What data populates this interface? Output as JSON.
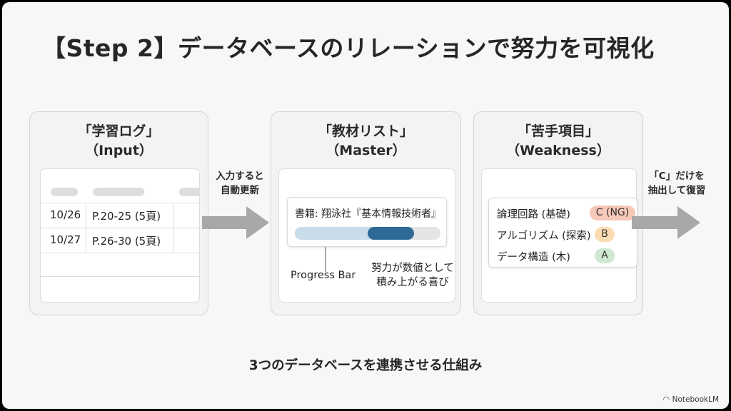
{
  "title": "【Step 2】データベースのリレーションで努力を可視化",
  "panels": {
    "log": {
      "heading_line1": "「学習ログ」",
      "heading_line2": "（Input）",
      "rows": [
        {
          "date": "10/26",
          "pages": "P.20-25 (5頁)"
        },
        {
          "date": "10/27",
          "pages": "P.26-30 (5頁)"
        }
      ]
    },
    "master": {
      "heading_line1": "「教材リスト」",
      "heading_line2": "（Master）",
      "book": "書籍: 翔泳社『基本情報技術者』",
      "progress_label": "Progress Bar",
      "note_line1": "努力が数値として",
      "note_line2": "積み上がる喜び",
      "progress": {
        "base_fraction": 0.5,
        "added_fraction": 0.32,
        "base_color": "#c9dcea",
        "added_color": "#2d6b96"
      }
    },
    "weakness": {
      "heading_line1": "「苦手項目」",
      "heading_line2": "（Weakness）",
      "items": [
        {
          "label": "論理回路 (基礎)",
          "grade": "C (NG)",
          "color": "#f6c8b8"
        },
        {
          "label": "アルゴリズム (探索)",
          "grade": "B",
          "color": "#fbdcb2"
        },
        {
          "label": "データ構造 (木)",
          "grade": "A",
          "color": "#cfe8d2"
        }
      ]
    }
  },
  "arrows": {
    "first_line1": "入力すると",
    "first_line2": "自動更新",
    "second_line1": "「C」だけを",
    "second_line2": "抽出して復習"
  },
  "caption": "3つのデータベースを連携させる仕組み",
  "brand": "NotebookLM"
}
